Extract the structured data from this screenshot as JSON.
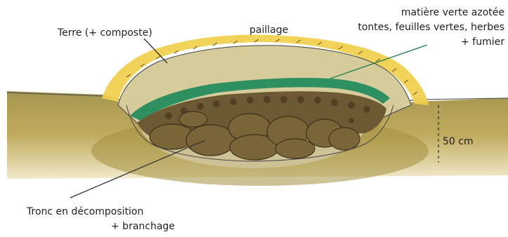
{
  "labels": {
    "topsoil": "Terre (+ composte)",
    "mulch": "paillage",
    "green_line1": "matière verte azotée",
    "green_line2": "tontes, feuilles vertes, herbes",
    "green_line3": "+ fumier",
    "trunk_line1": "Tronc en décomposition",
    "trunk_line2": "+ branchage",
    "depth": "50 cm"
  },
  "colors": {
    "ground": "#b6a14a",
    "ground_dark": "#8a7728",
    "mulch_yellow": "#f1cf4b",
    "green_layer": "#1f8a5c",
    "wood": "#6d5a34",
    "wood_dark": "#4a3c22",
    "soil_fill": "#cdbf86",
    "line": "#333333"
  }
}
